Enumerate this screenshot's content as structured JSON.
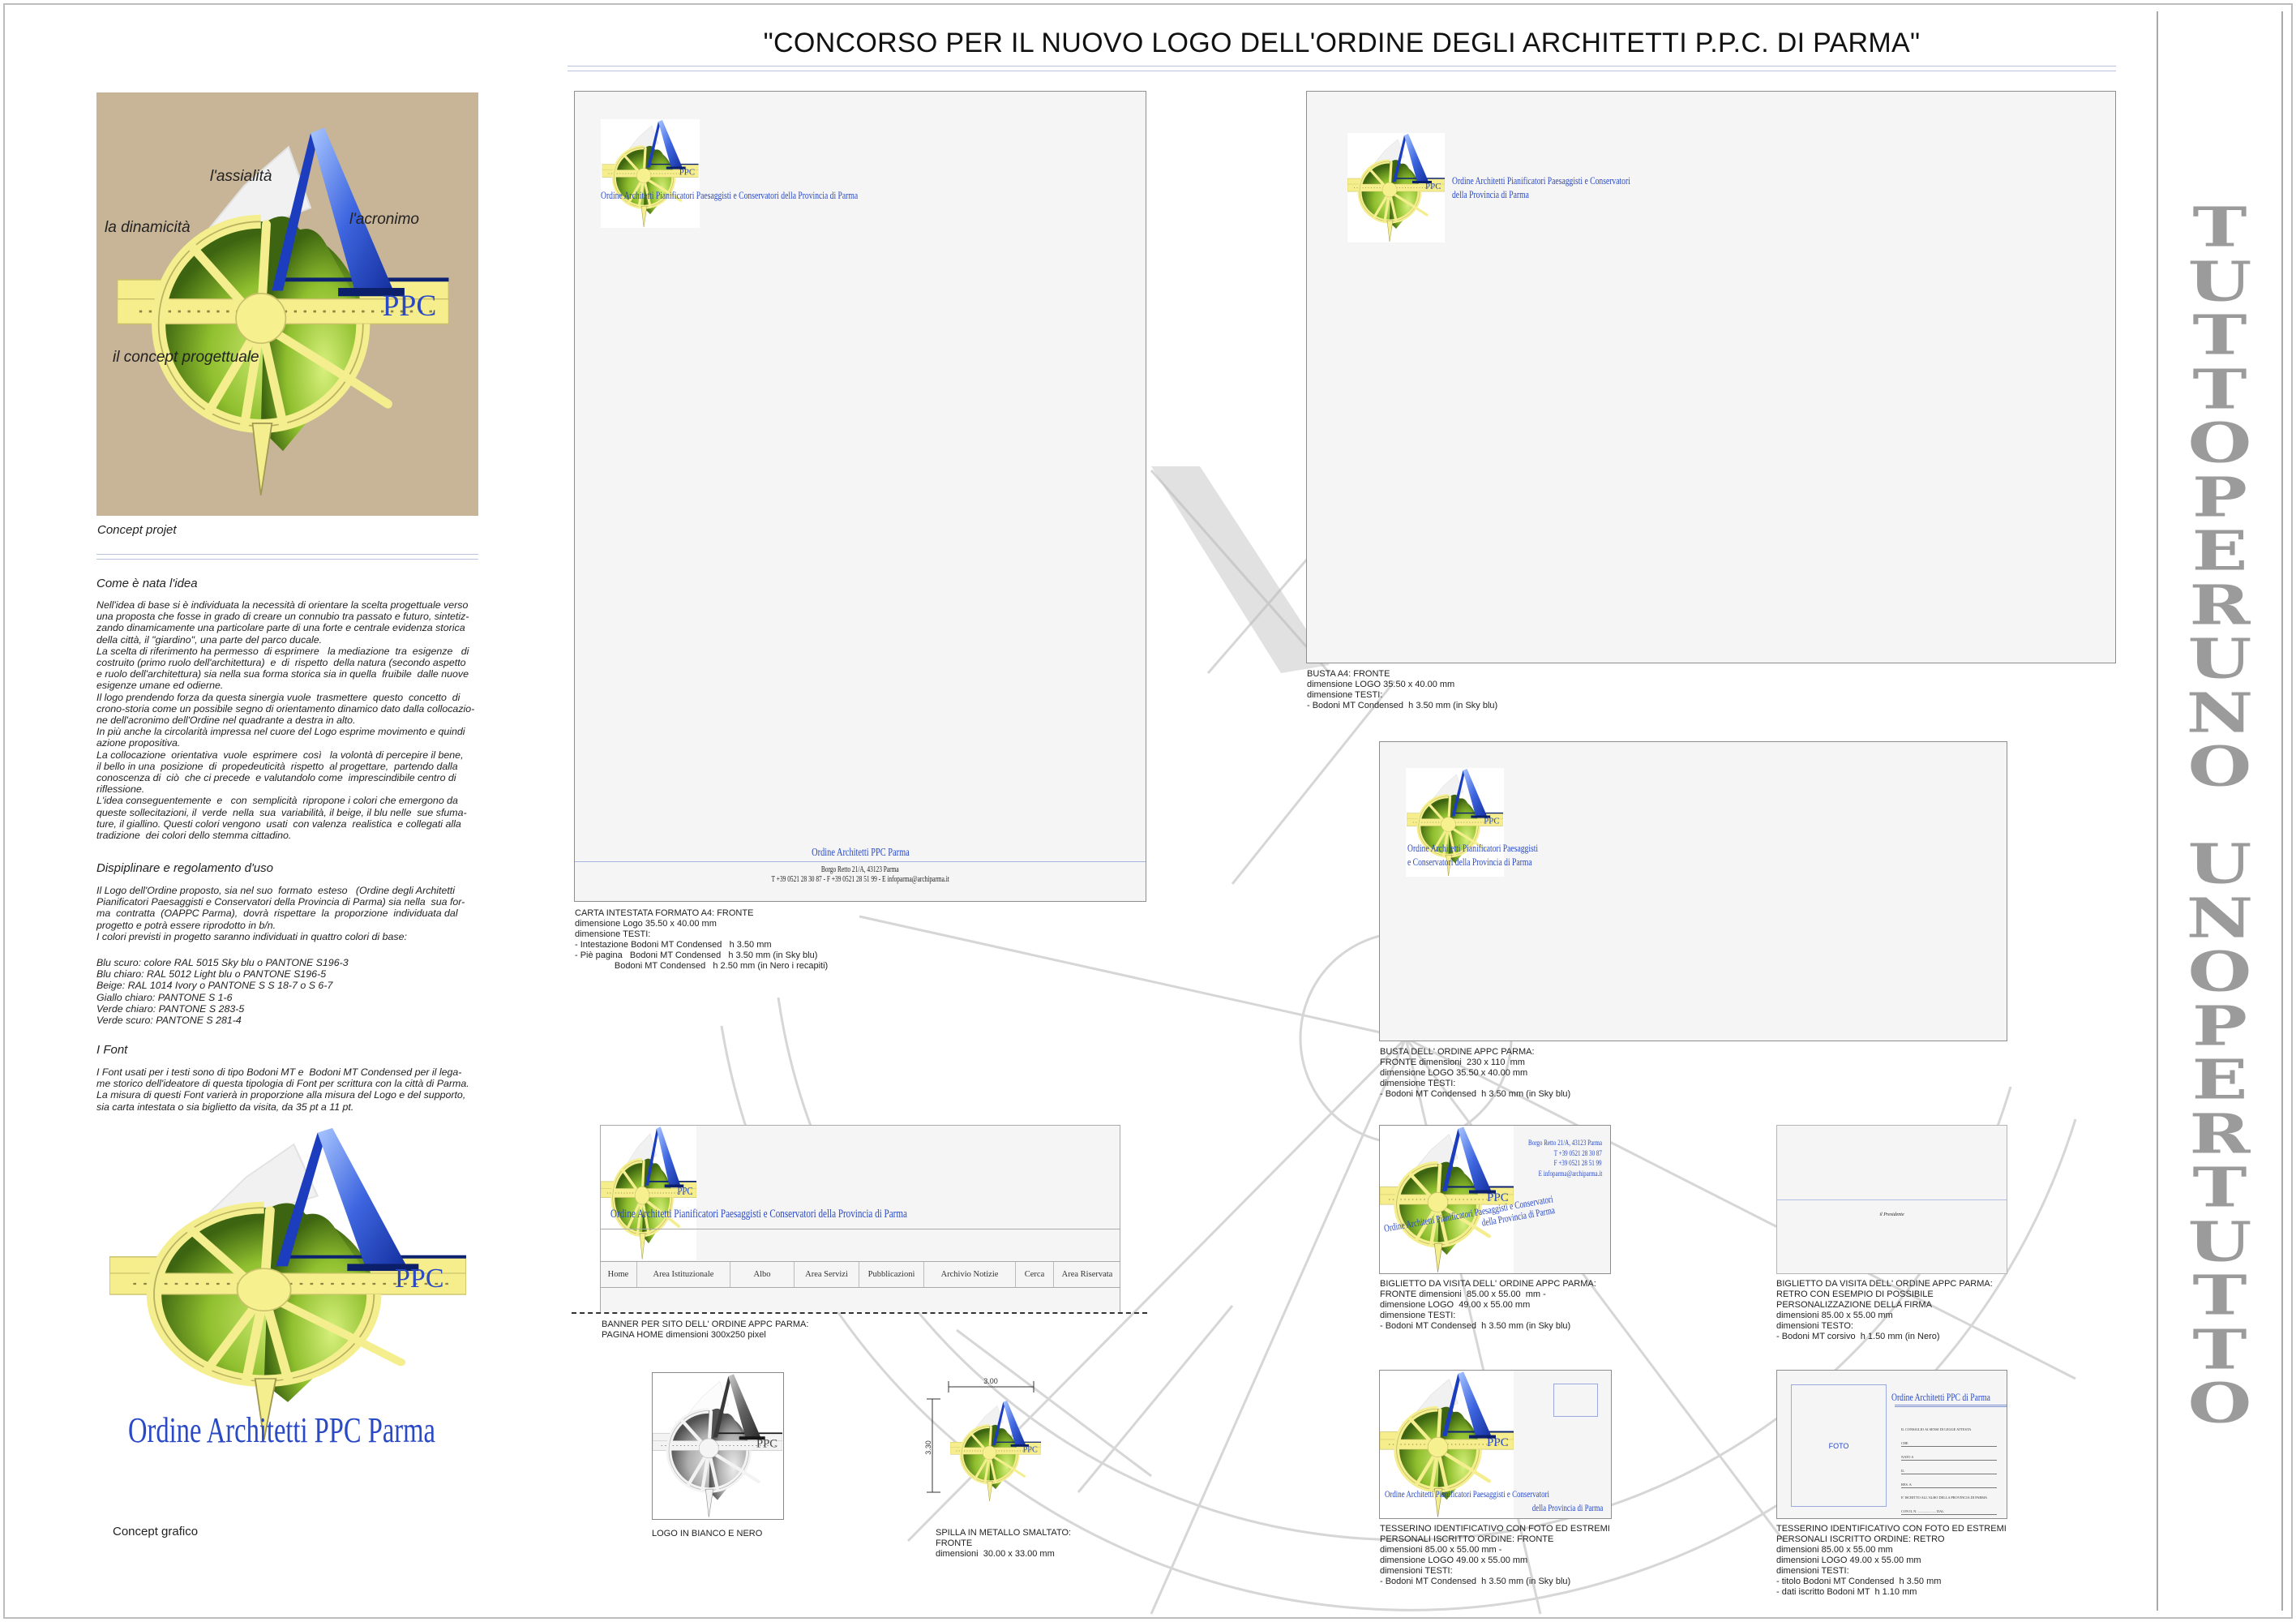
{
  "header": {
    "title": "\"CONCORSO PER IL NUOVO LOGO DELL'ORDINE DEGLI ARCHITETTI P.P.C. DI PARMA\""
  },
  "logo": {
    "acronym": "PPC",
    "monogram": "A"
  },
  "colors": {
    "sky_blue": "#2a49c4",
    "beige": "#c8b496",
    "light_yellow": "#f6ee8c",
    "green": "#7fae2a",
    "text_gray": "#9b9b9b"
  },
  "concept": {
    "labels": [
      "l'assialità",
      "l'acronimo",
      "la dinamicità",
      "il concept progettuale"
    ],
    "caption": "Concept projet"
  },
  "sections": {
    "idea": {
      "heading": "Come è nata l'idea",
      "lines": [
        "Nell'idea di base si è individuata la necessità di orientare la scelta progettuale verso",
        "una proposta che fosse in grado di creare un connubio tra passato e futuro, sintetiz-",
        "zando dinamicamente una particolare parte di una forte e centrale evidenza storica",
        "della città, il \"giardino\", una parte del parco ducale.",
        "La scelta di riferimento ha permesso  di esprimere   la mediazione  tra  esigenze   di",
        "costruito (primo ruolo dell'architettura)  e  di  rispetto  della natura (secondo aspetto",
        "e ruolo dell'architettura) sia nella sua forma storica sia in quella  fruibile  dalle nuove",
        "esigenze umane ed odierne.",
        "Il logo prendendo forza da questa sinergia vuole  trasmettere  questo  concetto  di",
        "crono-storia come un possibile segno di orientamento dinamico dato dalla collocazio-",
        "ne dell'acronimo dell'Ordine nel quadrante a destra in alto.",
        "In più anche la circolarità impressa nel cuore del Logo esprime movimento e quindi",
        "azione propositiva.",
        "La collocazione  orientativa  vuole  esprimere  così   la volontà di percepire il bene,",
        "il bello in una  posizione  di  propedeuticità  rispetto  al progettare,  partendo dalla",
        "conoscenza di  ciò  che ci precede  e valutandolo come  imprescindibile centro di",
        "riflessione.",
        "L'idea conseguentemente  e   con  semplicità  ripropone i colori che emergono da",
        "queste sollecitazioni, il  verde  nella  sua  variabilità, il beige, il blu nelle  sue sfuma-",
        "ture, il giallino. Questi colori vengono  usati  con valenza  realistica  e collegati alla",
        "tradizione  dei colori dello stemma cittadino."
      ]
    },
    "rules": {
      "heading": "Dispiplinare e regolamento d'uso",
      "lines": [
        "Il Logo dell'Ordine proposto, sia nel suo  formato  esteso   (Ordine degli Architetti",
        "Pianificatori Paesaggisti e Conservatori della Provincia di Parma) sia nella  sua for-",
        "ma  contratta  (OAPPC Parma),  dovrà  rispettare  la  proporzione  individuata dal",
        "progetto e potrà essere riprodotto in b/n.",
        "I colori previsti in progetto saranno individuati in quattro colori di base:"
      ],
      "color_lines": [
        "Blu scuro: colore RAL 5015 Sky blu o PANTONE S196-3",
        "Blu chiaro: RAL 5012 Light blu o PANTONE S196-5",
        "Beige: RAL 1014 Ivory o PANTONE S S 18-7 o S 6-7",
        "Giallo chiaro: PANTONE S 1-6",
        "Verde chiaro: PANTONE S 283-5",
        "Verde scuro: PANTONE S 281-4"
      ]
    },
    "fonts": {
      "heading": "I Font",
      "lines": [
        "I Font usati per i testi sono di tipo Bodoni MT e  Bodoni MT Condensed per il lega-",
        "me storico dell'ideatore di questa tipologia di Font per scrittura con la città di Parma.",
        "La misura di questi Font varierà in proporzione alla misura del Logo e del supporto,",
        "sia carta intestata o sia biglietto da visita, da 35 pt a 11 pt."
      ]
    }
  },
  "concept_grafico": {
    "name": "Ordine Architetti PPC Parma",
    "caption": "Concept grafico"
  },
  "org": {
    "full_name": "Ordine Architetti Pianificatori Paesaggisti  e Conservatori della Provincia di Parma",
    "name_line1": "Ordine Architetti Pianificatori Paesaggisti e   Conservatori",
    "name_line2": "della   Provincia  di    Parma",
    "env_line1": "Ordine Architetti Pianificatori Paesaggisti",
    "env_line2": "e Conservatori della Provincia di Parma",
    "short_name": "Ordine Architetti PPC Parma",
    "address": "Borgo Retto 21/A, 43123 Parma",
    "contacts": "T +39 0521 28 30 87  -  F +39 0521 28 51 99  -  E infoparma@archiparma.it",
    "phone": "T +39 0521 28 30 87",
    "fax": "F +39 0521 28 51 99",
    "email": "E infoparma@archiparma.it"
  },
  "letterhead": {
    "caption": [
      "CARTA INTESTATA FORMATO A4: FRONTE",
      "dimensione Logo 35.50 x 40.00 mm",
      "dimensione TESTI:",
      "- Intestazione Bodoni MT Condensed   h 3.50 mm",
      "- Piè pagina   Bodoni MT Condensed   h 3.50 mm (in Sky blu)",
      "                Bodoni MT Condensed   h 2.50 mm (in Nero i recapiti)"
    ]
  },
  "envelope_a4": {
    "caption": [
      "BUSTA A4: FRONTE",
      "dimensione LOGO 35.50 x 40.00 mm",
      "dimensione TESTI:",
      "- Bodoni MT Condensed  h 3.50 mm (in Sky blu)"
    ]
  },
  "envelope_order": {
    "caption": [
      "BUSTA DELL' ORDINE APPC PARMA:",
      "FRONTE dimensioni  230 x 110  mm",
      "dimensione LOGO 35.50 x 40.00 mm",
      "dimensione TESTI:",
      "- Bodoni MT Condensed  h 3.50 mm (in Sky blu)"
    ]
  },
  "banner": {
    "title": "Ordine Architetti Pianificatori Paesaggisti e Conservatori della Provincia di Parma",
    "nav": [
      "Home",
      "Area Istituzionale",
      "Albo",
      "Area Servizi",
      "Pubblicazioni",
      "Archivio Notizie",
      "Cerca",
      "Area Riservata"
    ],
    "caption": [
      "BANNER PER SITO DELL' ORDINE APPC PARMA:",
      "PAGINA HOME dimensioni 300x250 pixel"
    ]
  },
  "business_card_front": {
    "caption": [
      "BIGLIETTO DA VISITA DELL' ORDINE APPC PARMA:",
      "FRONTE dimensioni  85.00 x 55.00  mm -",
      "dimensione LOGO  49.00 x 55.00 mm",
      "dimensione TESTI:",
      "- Bodoni MT Condensed  h 3.50 mm (in Sky blu)"
    ]
  },
  "business_card_back": {
    "signature": "il Presidente",
    "caption": [
      "BIGLIETTO DA VISITA DELL' ORDINE APPC PARMA:",
      "RETRO CON ESEMPIO DI POSSIBILE",
      "PERSONALIZZAZIONE DELLA FIRMA",
      "dimensioni 85.00 x 55.00 mm",
      "dimensioni TESTO:",
      "- Bodoni MT corsivo  h 1.50 mm (in Nero)"
    ]
  },
  "bw_logo": {
    "caption": "LOGO IN BIANCO E NERO"
  },
  "pin": {
    "dim_width": "3.00",
    "dim_height": "3.30",
    "caption": [
      "SPILLA IN METALLO SMALTATO:",
      "FRONTE",
      "dimensioni  30.00 x 33.00 mm"
    ]
  },
  "id_card_front": {
    "caption": [
      "TESSERINO IDENTIFICATIVO CON FOTO ED ESTREMI",
      "PERSONALI ISCRITTO ORDINE: FRONTE",
      "dimensioni 85.00 x 55.00 mm -",
      "dimensione LOGO 49.00 x 55.00 mm",
      "dimensioni TESTI:",
      "- Bodoni MT Condensed  h 3.50 mm (in Sky blu)"
    ]
  },
  "id_card_back": {
    "title": "Ordine Architetti PPC di Parma",
    "photo_label": "FOTO",
    "fields": [
      "IL CONSIGLIO AI SENSI DI LEGGE ATTESTA",
      "CHE",
      "NATO A",
      "IL",
      "RES. A",
      "E' ISCRITTO ALL'ALBO DELLA PROVINCIA DI PARMA",
      "CON IL N. ..................... DAL"
    ],
    "caption": [
      "TESSERINO IDENTIFICATIVO CON FOTO ED ESTREMI",
      "PERSONALI ISCRITTO ORDINE: RETRO",
      "dimensioni 85.00 x 55.00 mm",
      "dimensioni LOGO 49.00 x 55.00 mm",
      "dimensioni TESTI:",
      "- titolo Bodoni MT Condensed  h 3.50 mm",
      "- dati iscritto Bodoni MT  h 1.10 mm"
    ]
  },
  "motto": {
    "word1": "TUTTOPERUNO",
    "word2": "UNOPERTUTTO"
  }
}
